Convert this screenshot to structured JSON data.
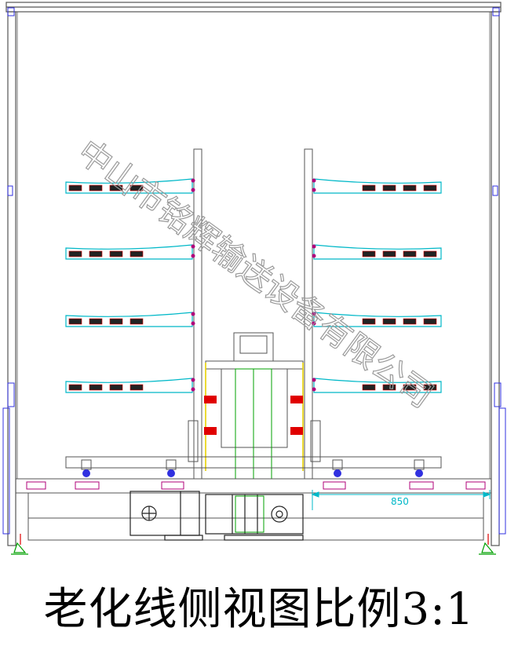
{
  "caption": "老化线侧视图比例3:1",
  "dimension_label": "850",
  "watermark": "中山市铭辉输送设备有限公司",
  "colors": {
    "frame": "#555555",
    "tray": "#00b8c8",
    "mount": "#b0007a",
    "red_part": "#e00000",
    "yellow": "#e8d000",
    "green": "#00a000",
    "blue": "#3030e0",
    "dim": "#00b8c8",
    "watermark": "#9a9a9a"
  }
}
